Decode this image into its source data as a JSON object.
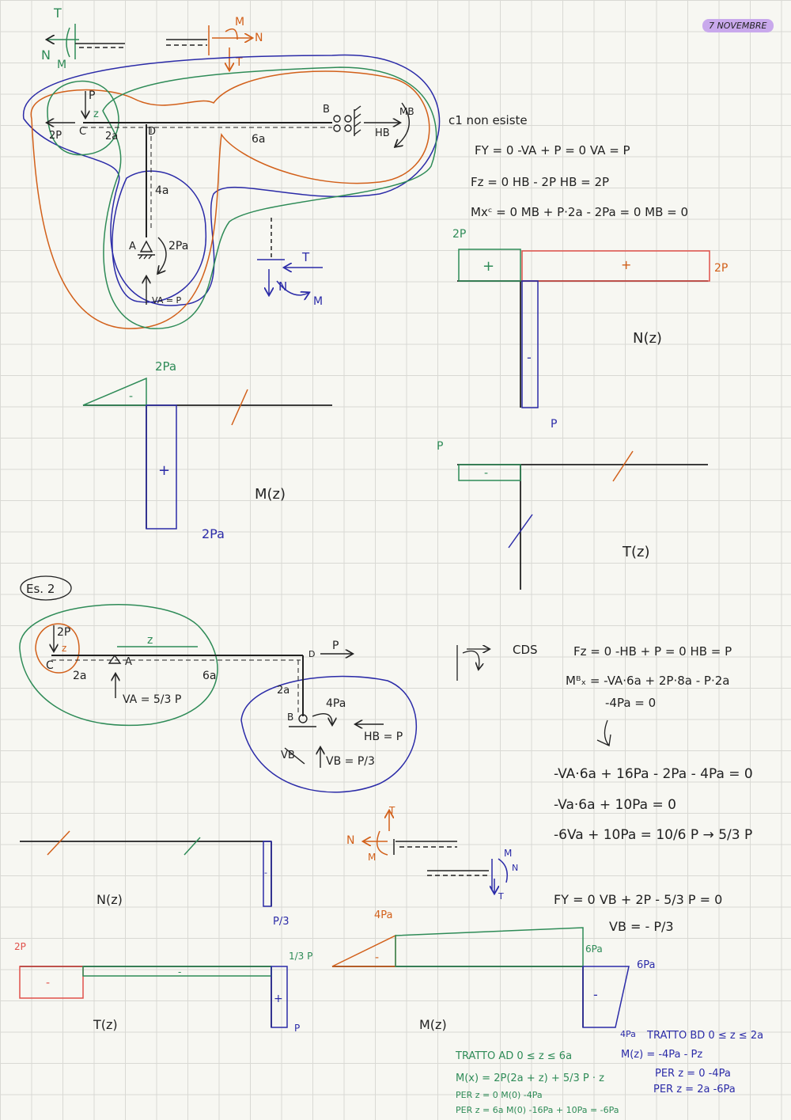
{
  "header": {
    "date": "7 NOVEMBRE"
  },
  "colors": {
    "ink": "#222222",
    "green": "#2e8b57",
    "blue": "#2b2ba8",
    "orange": "#d2601a",
    "red": "#e0504a",
    "purple": "#c9a9ec"
  },
  "ex1": {
    "labels": {
      "P": "P",
      "z": "z",
      "two_p": "2P",
      "c": "C",
      "d": "D",
      "b": "B",
      "two_a": "2a",
      "six_a": "6a",
      "four_a": "4a",
      "a": "A",
      "two_pa": "2Pa",
      "va": "VA = P",
      "hb": "HB",
      "mb": "MB"
    },
    "sign_top_left": {
      "t": "T",
      "n": "N",
      "m": "M"
    },
    "sign_top_right": {
      "m": "M",
      "n": "N",
      "t": "T"
    },
    "sign_mid": {
      "t": "T",
      "n": "N",
      "m": "M"
    },
    "note": "c1 non esiste",
    "equations": [
      "FY = 0    -VA + P = 0    VA = P",
      "Fz = 0    HB - 2P    HB = 2P",
      "Mxᶜ = 0    MB + P·2a - 2Pa = 0  MB = 0"
    ],
    "N_diagram": {
      "title": "N(z)",
      "left_val": "2P",
      "right_val": "2P",
      "bottom_val": "P",
      "plus": "+",
      "minus": "-"
    },
    "M_diagram": {
      "title": "M(z)",
      "top_val": "2Pa",
      "bottom_val": "2Pa",
      "plus": "+",
      "minus": "-"
    },
    "T_diagram": {
      "title": "T(z)",
      "left_val": "P",
      "minus": "-"
    }
  },
  "ex2": {
    "title": "Es. 2",
    "labels": {
      "two_p": "2P",
      "z_small": "z",
      "c": "C",
      "a": "A",
      "z": "z",
      "d": "D",
      "p": "P",
      "two_a": "2a",
      "six_a": "6a",
      "va": "VA = 5/3 P",
      "two_a_v": "2a",
      "four_pa": "4Pa",
      "b": "B",
      "hb": "HB = P",
      "vb_x": "VB",
      "vb": "VB = P/3"
    },
    "cds": "CDS",
    "equations": [
      "Fz = 0   -HB + P = 0  HB = P",
      "Mᴮₓ = -VA·6a + 2P·8a - P·2a",
      "-4Pa = 0",
      "-VA·6a + 16Pa - 2Pa - 4Pa = 0",
      "-Va·6a + 10Pa = 0",
      "-6Va + 10Pa = 10/6 P → 5/3 P",
      "FY = 0   VB + 2P - 5/3 P = 0",
      "VB = - P/3"
    ],
    "sign_conv_1": {
      "t": "T",
      "n": "N",
      "m": "M"
    },
    "sign_conv_2": {
      "m": "M",
      "n": "N",
      "t": "T"
    },
    "N_diagram": {
      "title": "N(z)",
      "val": "P/3",
      "minus": "-"
    },
    "T_diagram": {
      "title": "T(z)",
      "left_val": "2P",
      "right_top": "1/3 P",
      "right_bottom": "P",
      "minus_1": "-",
      "minus_2": "-",
      "plus": "+"
    },
    "M_diagram": {
      "title": "M(z)",
      "top_left": "4Pa",
      "mid": "6Pa",
      "right_top": "6Pa",
      "right_bottom": "4Pa",
      "minus_1": "-",
      "minus_2": "-"
    },
    "tratto_bd": [
      "TRATTO BD  0 ≤ z ≤ 2a",
      "M(z) = -4Pa - Pz",
      "PER z = 0   -4Pa",
      "PER z = 2a   -6Pa"
    ],
    "tratto_ad": [
      "TRATTO AD  0 ≤ z ≤ 6a",
      "M(x) = 2P(2a + z) + 5/3 P · z",
      "PER z = 0    M(0)  -4Pa",
      "PER z = 6a  M(0) -16Pa + 10Pa  = -6Pa"
    ]
  }
}
